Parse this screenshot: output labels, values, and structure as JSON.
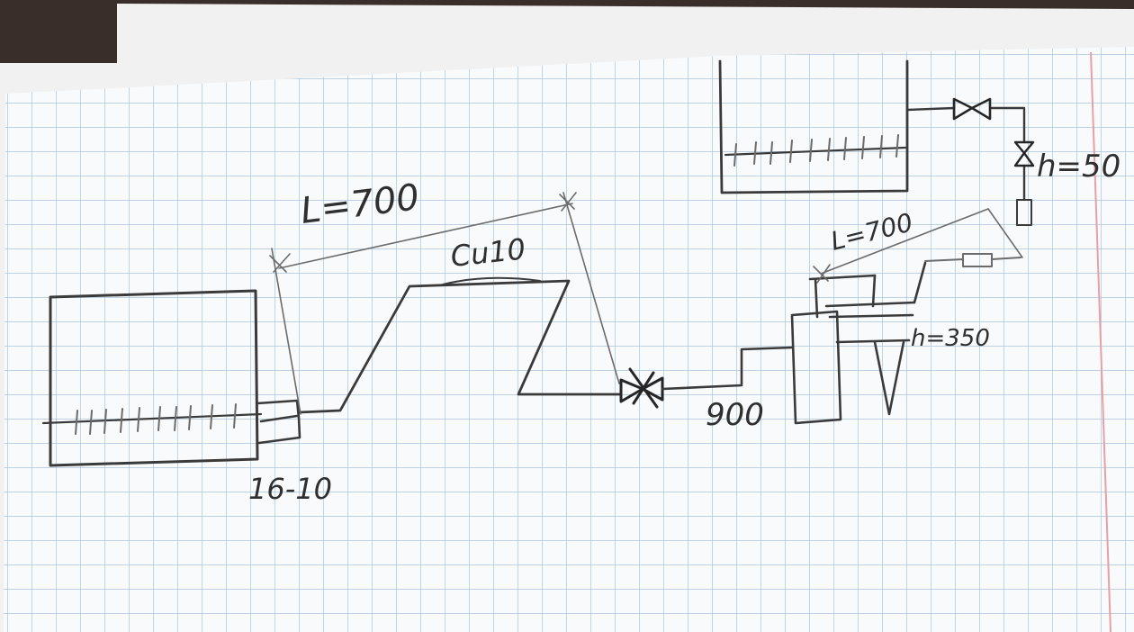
{
  "sketch": {
    "labels": {
      "length_main": "L=700",
      "pipe_material": "Cu10",
      "length_right": "L=700",
      "height_top": "h=50",
      "height_mid": "h=350",
      "length_bottom": "900",
      "fitting_left": "16-10"
    }
  }
}
